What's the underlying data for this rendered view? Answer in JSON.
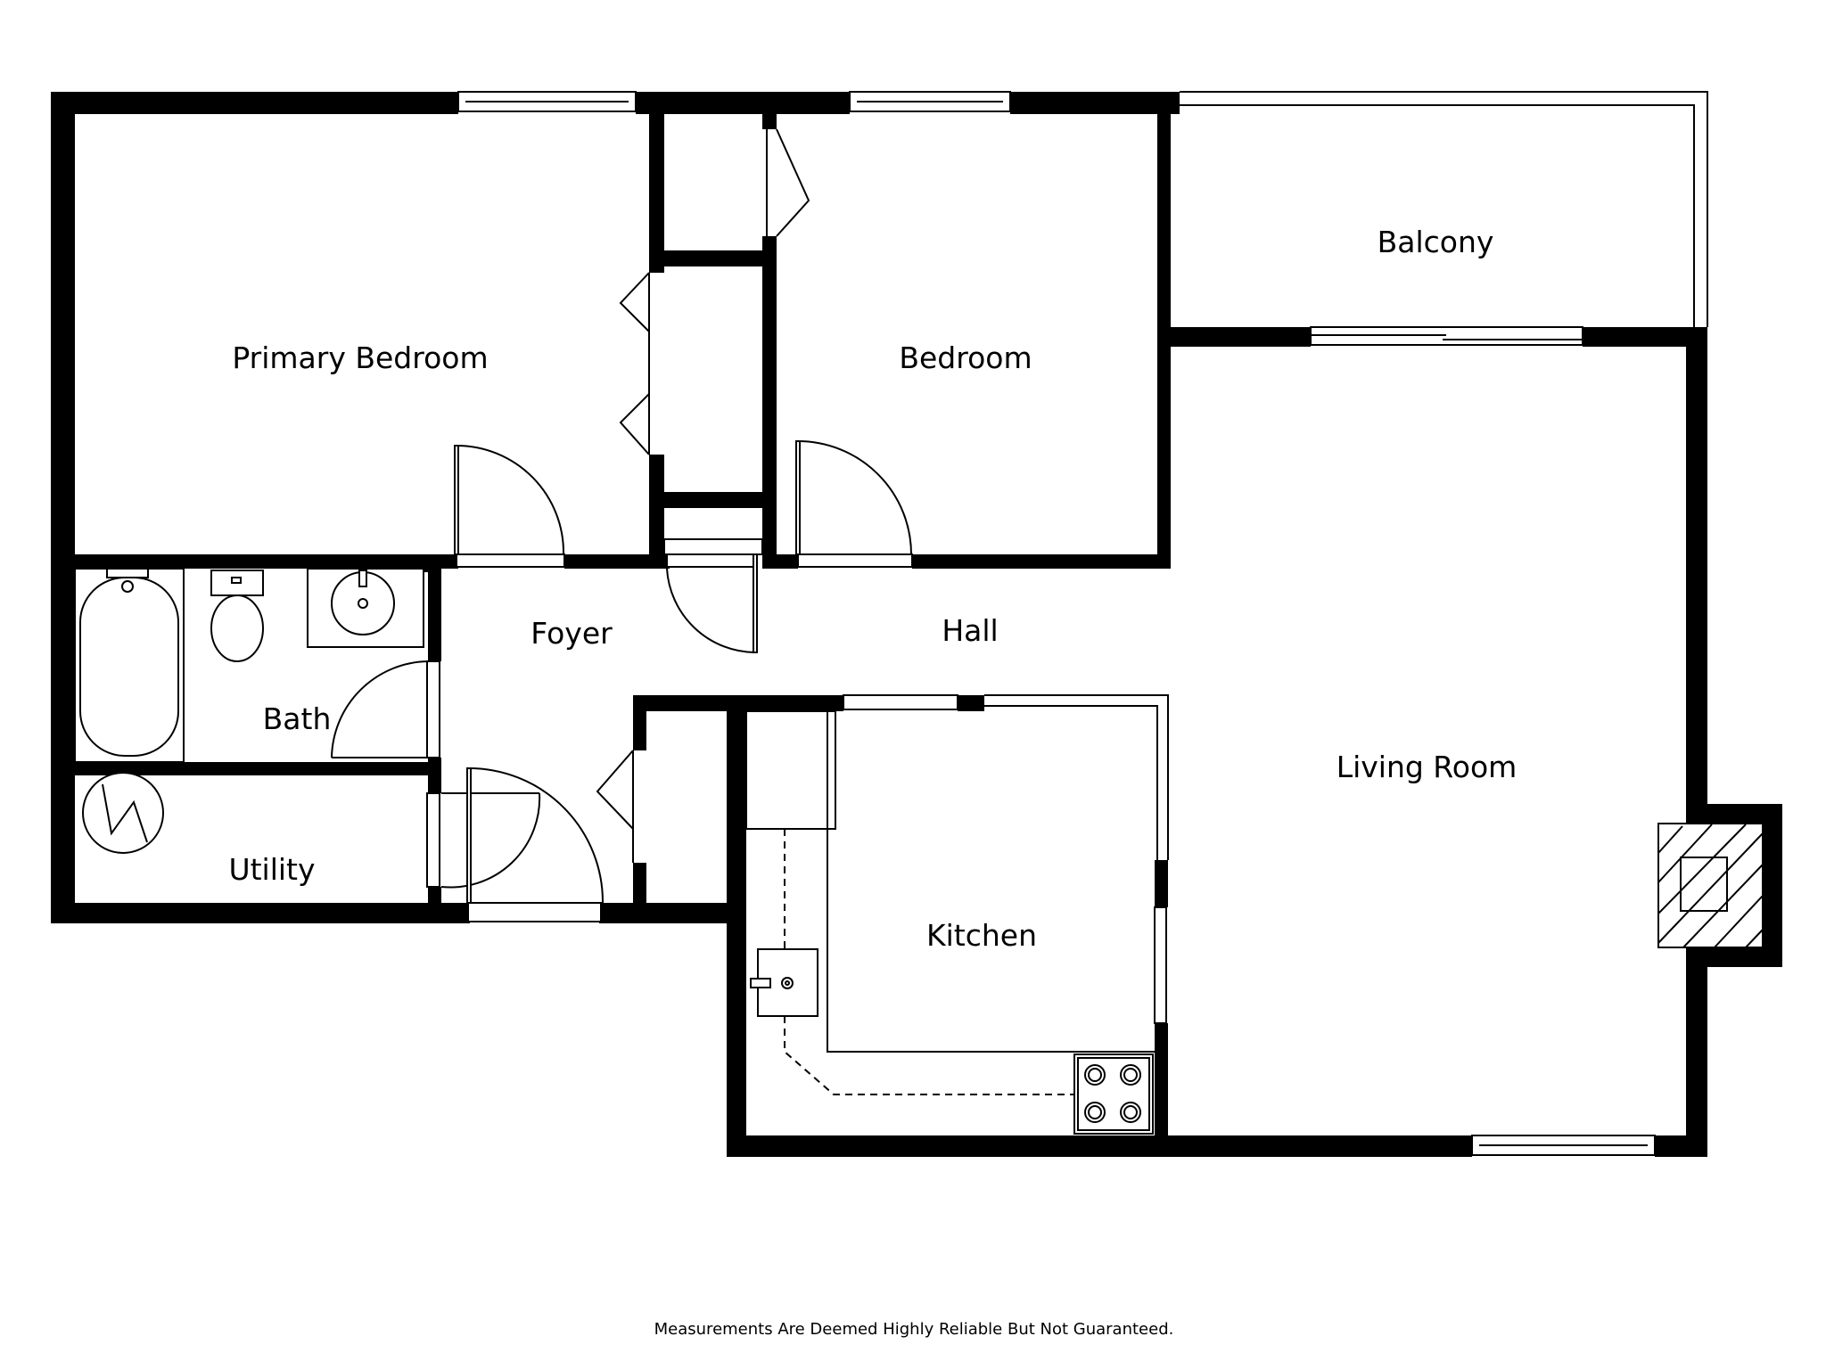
{
  "rooms": {
    "primary_bedroom": "Primary Bedroom",
    "bedroom": "Bedroom",
    "balcony": "Balcony",
    "foyer": "Foyer",
    "hall": "Hall",
    "bath": "Bath",
    "utility": "Utility",
    "living_room": "Living Room",
    "kitchen": "Kitchen"
  },
  "footer": {
    "disclaimer": "Measurements Are Deemed Highly Reliable But Not Guaranteed."
  },
  "colors": {
    "wall": "#000000",
    "background": "#ffffff",
    "line": "#000000"
  }
}
